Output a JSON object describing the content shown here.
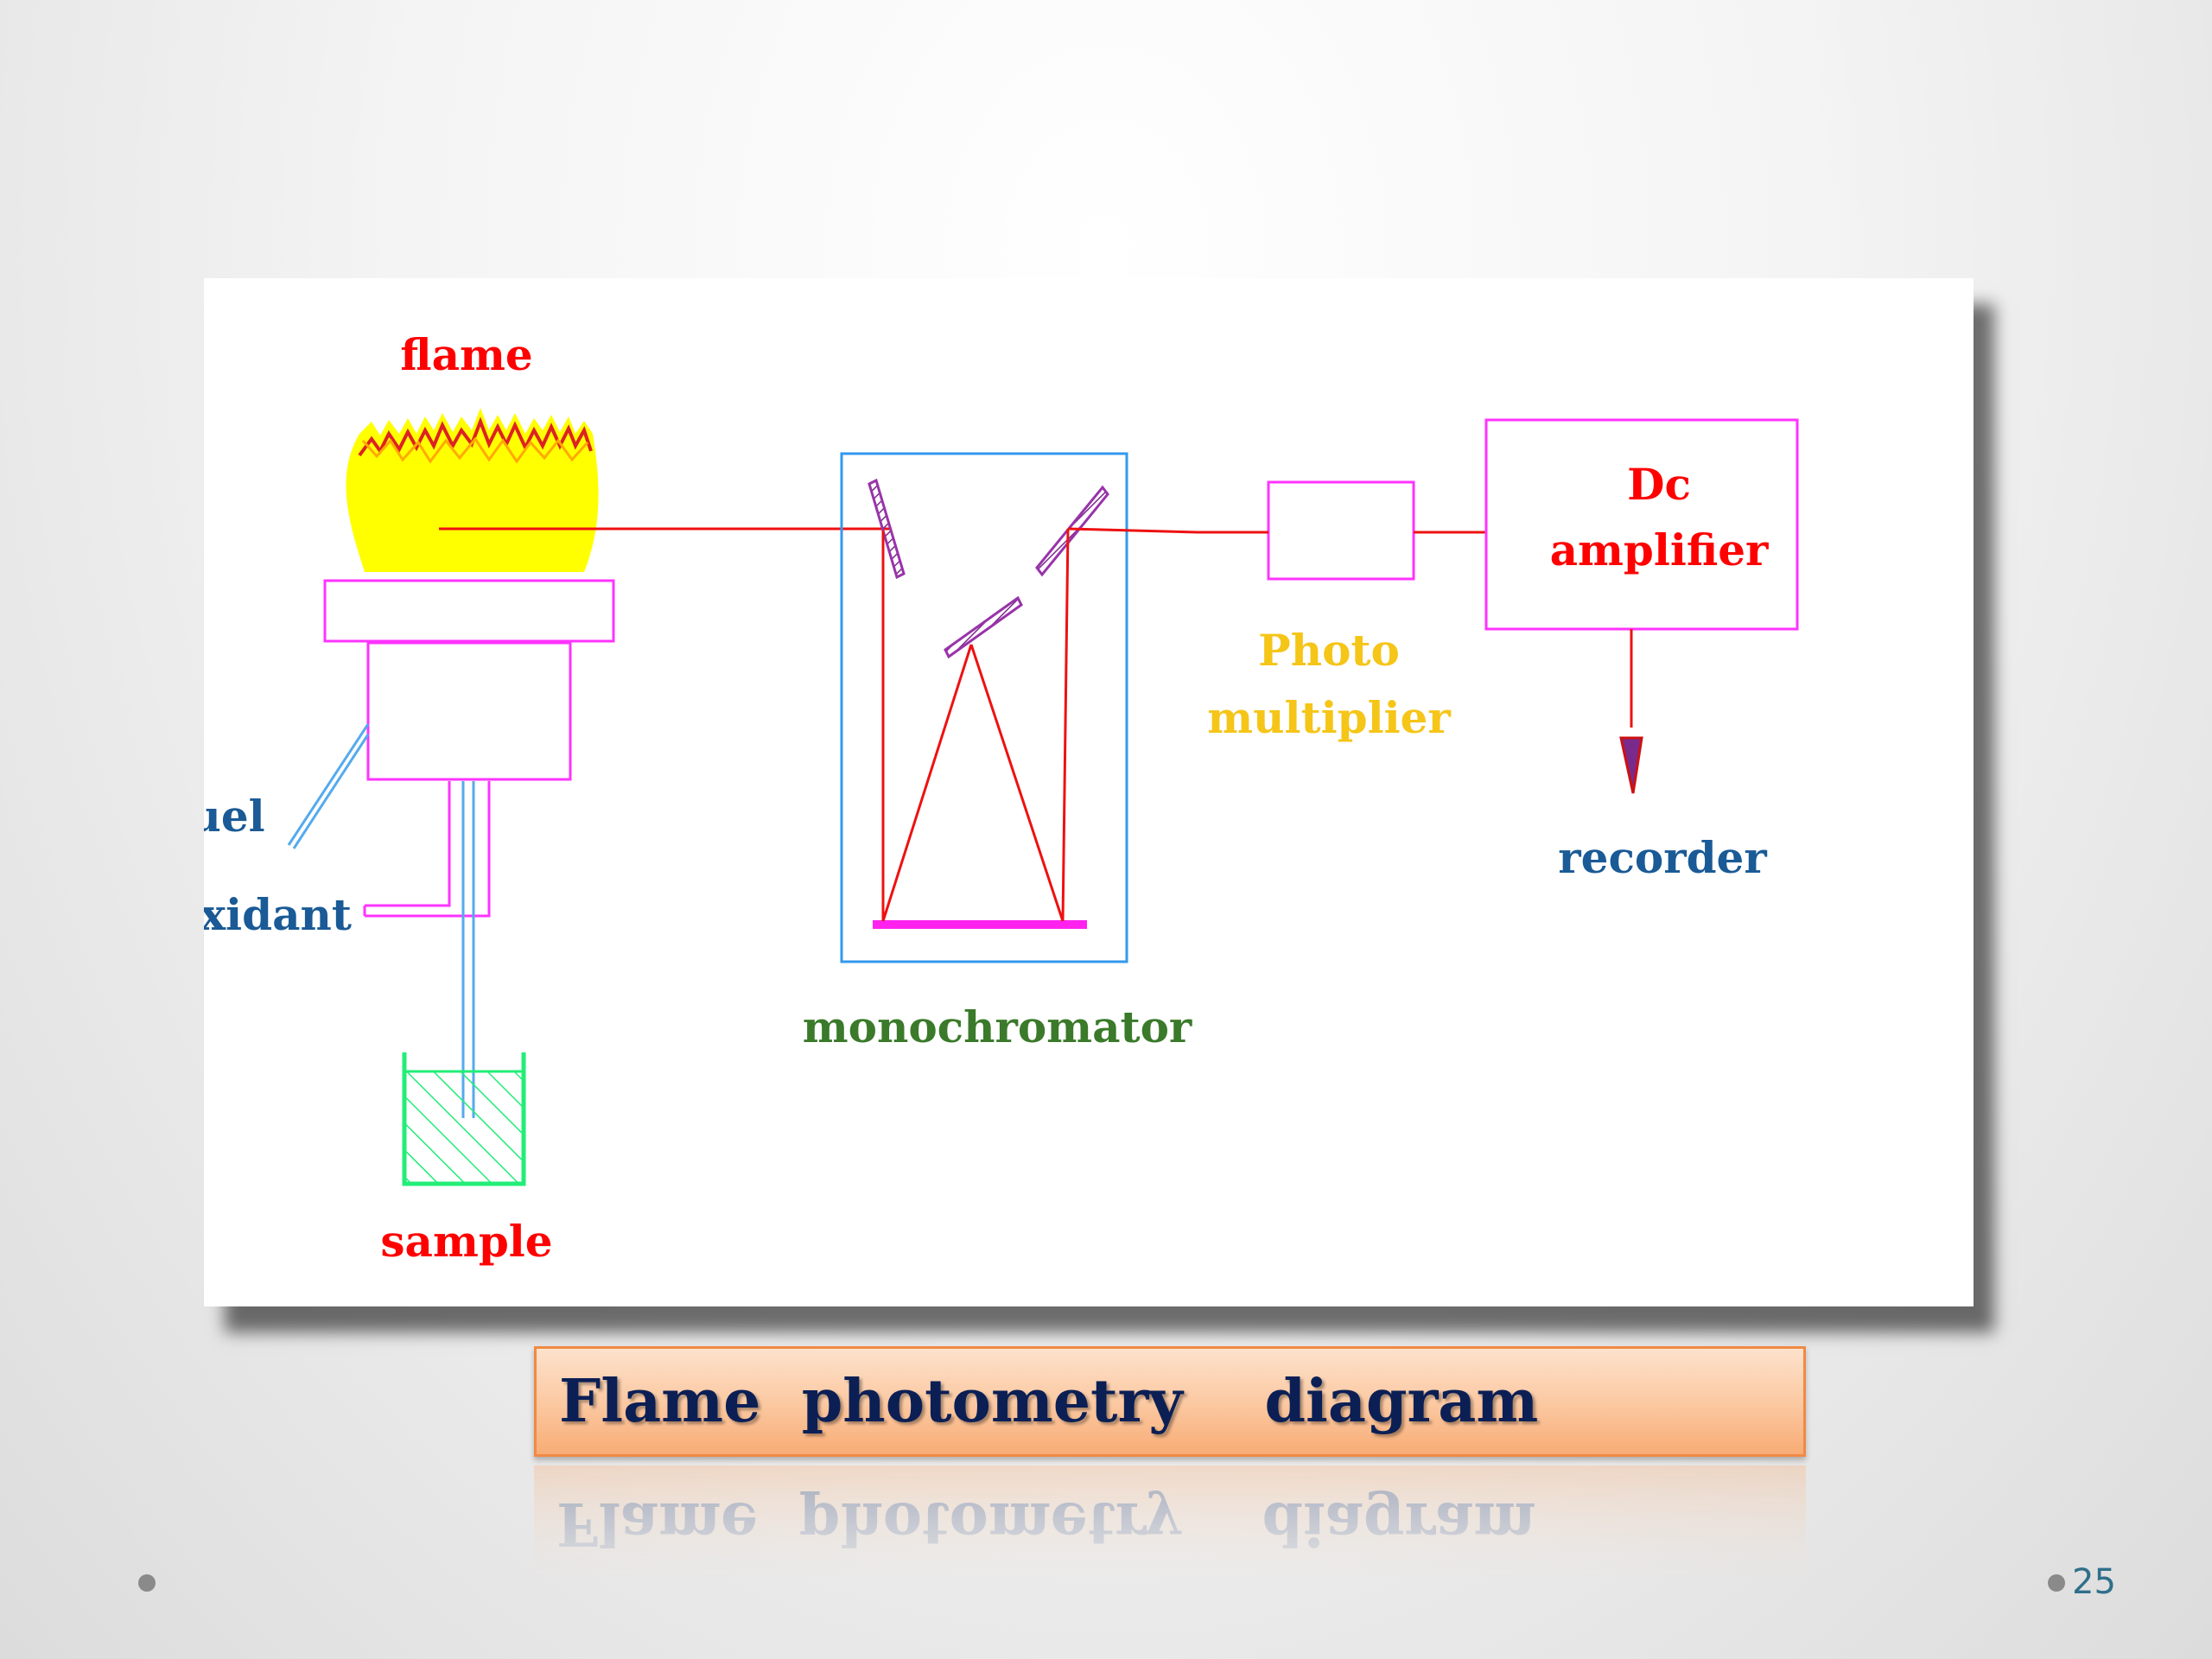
{
  "diagram": {
    "labels": {
      "flame": "flame",
      "fuel": "fuel",
      "oxidant": "oxidant",
      "sample": "sample",
      "monochromator": "monochromator",
      "photo_line1": "Photo",
      "photo_line2": "multiplier",
      "dc_line1": "Dc",
      "dc_line2": "amplifier",
      "recorder": "recorder"
    },
    "colors": {
      "label_red": "#ff0000",
      "label_blue": "#1a5a96",
      "label_green": "#3a7a2a",
      "label_gold": "#f5c518",
      "burner_outline": "#ff33ff",
      "monochromator_box": "#3399ee",
      "light_path": "#ee1111",
      "flame_fill": "#ffff00",
      "sample_beaker": "#22ee77",
      "mirror": "#9933aa"
    }
  },
  "caption": {
    "text": "Flame  photometry    diagram"
  },
  "slide": {
    "page_number": "25"
  }
}
